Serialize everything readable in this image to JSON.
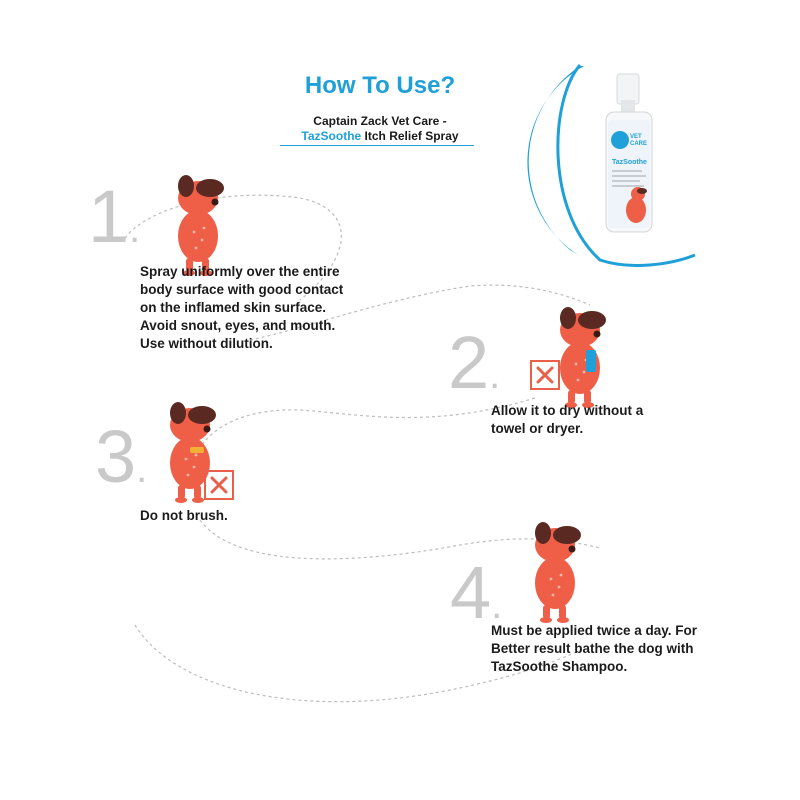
{
  "header": {
    "title": "How To Use?",
    "subtitle_line1": "Captain Zack Vet Care -",
    "subtitle_brand": "TazSoothe",
    "subtitle_rest": " Itch Relief Spray"
  },
  "product": {
    "logo_line1": "VET",
    "logo_line2": "CARE",
    "label_name": "TazSoothe"
  },
  "steps": [
    {
      "number": "1",
      "text_lines": [
        "Spray uniformly over the entire",
        "body surface with good contact",
        "on the inflamed skin surface.",
        "Avoid snout, eyes, and mouth.",
        "Use without dilution."
      ]
    },
    {
      "number": "2",
      "text_lines": [
        "Allow it to dry without a",
        "towel or dryer."
      ]
    },
    {
      "number": "3",
      "text_lines": [
        "Do not brush."
      ]
    },
    {
      "number": "4",
      "text_lines": [
        "Must be applied twice a day. For",
        "Better result bathe the dog with",
        "TazSoothe Shampoo."
      ]
    }
  ],
  "colors": {
    "accent_blue": "#1fa0d8",
    "dog_orange": "#ef5f48",
    "dog_brown": "#5a2a22",
    "number_gray": "#c9c9c9",
    "cross_red": "#e8604a"
  },
  "icons": [
    "dog-illustration",
    "crossed-box-icon",
    "spray-bottle"
  ]
}
